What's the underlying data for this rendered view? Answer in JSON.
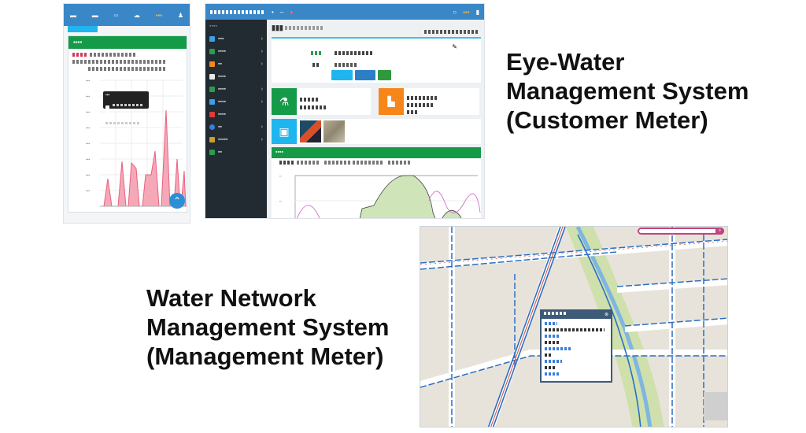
{
  "captions": {
    "customer": {
      "line1": "Eye-Water",
      "line2": "Management System",
      "line3": "(Customer Meter)"
    },
    "network": {
      "line1": "Water Network",
      "line2": "Management System",
      "line3": "(Management Meter)"
    }
  },
  "mobile_app": {
    "header_color": "#3a87c8",
    "card_title": "▪▪▪▪",
    "card_color": "#159a48",
    "chart_color": "#f0859b",
    "scroll_top_icon": "chevron-up-icon"
  },
  "dashboard": {
    "header_color": "#3a87c8",
    "sidebar_items": [
      {
        "label": "▪▪▪",
        "icon_color": "#3aa0e8",
        "chev": true
      },
      {
        "label": "▪▪▪▪",
        "icon_color": "#2e9a4e",
        "chev": true
      },
      {
        "label": "▪▪",
        "icon_color": "#f08a1c",
        "chev": true
      },
      {
        "label": "▪▪▪▪",
        "icon_color": "#e8e8e8",
        "chev": false
      },
      {
        "label": "▪▪▪▪",
        "icon_color": "#2e9a4e",
        "chev": true
      },
      {
        "label": "▪▪▪▪",
        "icon_color": "#3aa0e8",
        "chev": true
      },
      {
        "label": "▪▪▪▪",
        "icon_color": "#e03a3a",
        "chev": false
      },
      {
        "label": "▪▪",
        "icon_color": "#3a7de0",
        "chev": true
      },
      {
        "label": "▪▪▪▪▪",
        "icon_color": "#c9a02a",
        "chev": true
      },
      {
        "label": "▪▪",
        "icon_color": "#2e9a4e",
        "chev": false
      }
    ],
    "buttons": [
      {
        "color": "#1fb5ee"
      },
      {
        "color": "#2c7fc4"
      },
      {
        "color": "#2f9a3c"
      }
    ],
    "stat_tiles": [
      {
        "color": "#159a48",
        "icon": "flask-icon"
      },
      {
        "color": "#f7861a",
        "icon": "chart-icon"
      },
      {
        "color": "#1fb5ee",
        "icon": "image-icon"
      }
    ],
    "chart_panel_color": "#159a48"
  },
  "map_view": {
    "popup_header_color": "#3d5a78",
    "search_border_color": "#c0447e"
  }
}
